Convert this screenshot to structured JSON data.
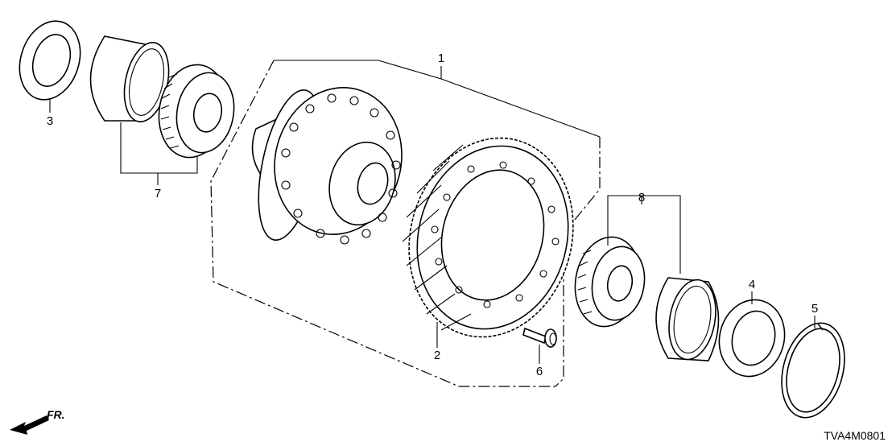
{
  "callouts": {
    "c1": "1",
    "c2": "2",
    "c3": "3",
    "c4": "4",
    "c5": "5",
    "c6": "6",
    "c7": "7",
    "c8": "8"
  },
  "front_marker": "FR.",
  "diagram_code": "TVA4M0801",
  "parts": [
    {
      "ref": "3",
      "icon": "thrust-shim"
    },
    {
      "ref": "7",
      "icon": "taper-roller-bearing-set"
    },
    {
      "ref": "1",
      "icon": "differential-carrier"
    },
    {
      "ref": "2",
      "icon": "final-driven-gear"
    },
    {
      "ref": "6",
      "icon": "flange-bolt"
    },
    {
      "ref": "8",
      "icon": "taper-roller-bearing-set"
    },
    {
      "ref": "4",
      "icon": "thrust-shim"
    },
    {
      "ref": "5",
      "icon": "snap-ring"
    }
  ]
}
